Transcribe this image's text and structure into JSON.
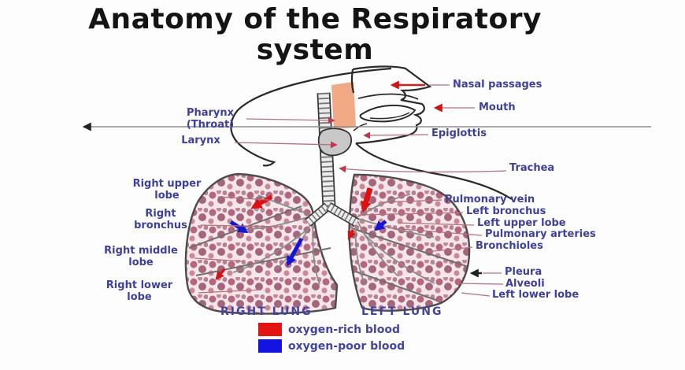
{
  "title": {
    "line1": "Anatomy of the Respiratory",
    "line2": "system"
  },
  "anatomy_labels": {
    "pharynx": "Pharynx\n(Throat)",
    "larynx": "Larynx",
    "right_upper_lobe": "Right upper\nlobe",
    "right_bronchus": "Right\nbronchus",
    "right_middle_lobe": "Right middle\nlobe",
    "right_lower_lobe": "Right lower\nlobe",
    "nasal_passages": "Nasal passages",
    "mouth": "Mouth",
    "epiglottis": "Epiglottis",
    "trachea": "Trachea",
    "pulmonary_vein": "Pulmonary vein",
    "left_bronchus": "Left bronchus",
    "left_upper_lobe": "Left upper lobe",
    "pulmonary_arteries": "Pulmonary arteries",
    "bronchioles": "Bronchioles",
    "pleura": "Pleura",
    "alveoli": "Alveoli",
    "left_lower_lobe": "Left lower lobe"
  },
  "lung_captions": {
    "right": "RIGHT LUNG",
    "left": "LEFT LUNG"
  },
  "legend": {
    "items": [
      {
        "color": "#e21414",
        "label": "oxygen-rich blood"
      },
      {
        "color": "#1414e2",
        "label": "oxygen-poor blood"
      }
    ]
  },
  "colors": {
    "label_text": "#3f3f9c",
    "leader_line": "#b4717c",
    "oxygen_rich": "#e21414",
    "oxygen_poor": "#1414e2",
    "lung_fill": "#f5e6ea",
    "alveoli_dark": "#944964",
    "alveoli_mid": "#aa5570",
    "outline": "#2a2a2a",
    "pharynx_fill": "#f0a078"
  }
}
